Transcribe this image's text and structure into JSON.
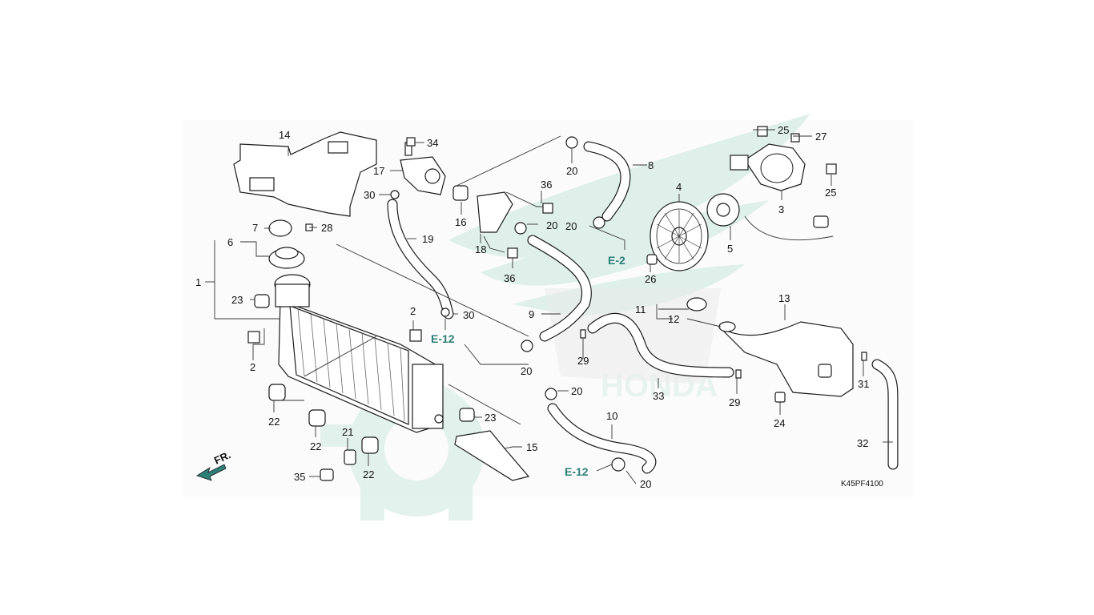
{
  "diagram": {
    "code": "K45PF4100",
    "direction_label": "FR.",
    "brand_watermark": "HONDA",
    "references": [
      {
        "id": "ref-e12-a",
        "text": "E-12"
      },
      {
        "id": "ref-e2",
        "text": "E-2"
      },
      {
        "id": "ref-e12-b",
        "text": "E-12"
      }
    ],
    "callouts": [
      {
        "id": "c14",
        "text": "14"
      },
      {
        "id": "c34",
        "text": "34"
      },
      {
        "id": "c17",
        "text": "17"
      },
      {
        "id": "c30a",
        "text": "30"
      },
      {
        "id": "c16",
        "text": "16"
      },
      {
        "id": "c36a",
        "text": "36"
      },
      {
        "id": "c20a",
        "text": "20"
      },
      {
        "id": "c8",
        "text": "8"
      },
      {
        "id": "c25a",
        "text": "25"
      },
      {
        "id": "c27",
        "text": "27"
      },
      {
        "id": "c25b",
        "text": "25"
      },
      {
        "id": "c4",
        "text": "4"
      },
      {
        "id": "c3",
        "text": "3"
      },
      {
        "id": "c5",
        "text": "5"
      },
      {
        "id": "c20b",
        "text": "20"
      },
      {
        "id": "c20c",
        "text": "20"
      },
      {
        "id": "c18",
        "text": "18"
      },
      {
        "id": "c36b",
        "text": "36"
      },
      {
        "id": "c19",
        "text": "19"
      },
      {
        "id": "c7",
        "text": "7"
      },
      {
        "id": "c28",
        "text": "28"
      },
      {
        "id": "c6",
        "text": "6"
      },
      {
        "id": "c1",
        "text": "1"
      },
      {
        "id": "c23a",
        "text": "23"
      },
      {
        "id": "c26",
        "text": "26"
      },
      {
        "id": "c9",
        "text": "9"
      },
      {
        "id": "c11",
        "text": "11"
      },
      {
        "id": "c12",
        "text": "12"
      },
      {
        "id": "c13",
        "text": "13"
      },
      {
        "id": "c30b",
        "text": "30"
      },
      {
        "id": "c2a",
        "text": "2"
      },
      {
        "id": "c2b",
        "text": "2"
      },
      {
        "id": "c29a",
        "text": "29"
      },
      {
        "id": "c20d",
        "text": "20"
      },
      {
        "id": "c31",
        "text": "31"
      },
      {
        "id": "c33",
        "text": "33"
      },
      {
        "id": "c29b",
        "text": "29"
      },
      {
        "id": "c20e",
        "text": "20"
      },
      {
        "id": "c22a",
        "text": "22"
      },
      {
        "id": "c23b",
        "text": "23"
      },
      {
        "id": "c10",
        "text": "10"
      },
      {
        "id": "c24",
        "text": "24"
      },
      {
        "id": "c22b",
        "text": "22"
      },
      {
        "id": "c21",
        "text": "21"
      },
      {
        "id": "c15",
        "text": "15"
      },
      {
        "id": "c32",
        "text": "32"
      },
      {
        "id": "c22c",
        "text": "22"
      },
      {
        "id": "c35",
        "text": "35"
      },
      {
        "id": "c20f",
        "text": "20"
      }
    ]
  },
  "colors": {
    "watermark": "#d5ece6",
    "reference": "#2d7f78",
    "line": "#1a1a1a"
  }
}
